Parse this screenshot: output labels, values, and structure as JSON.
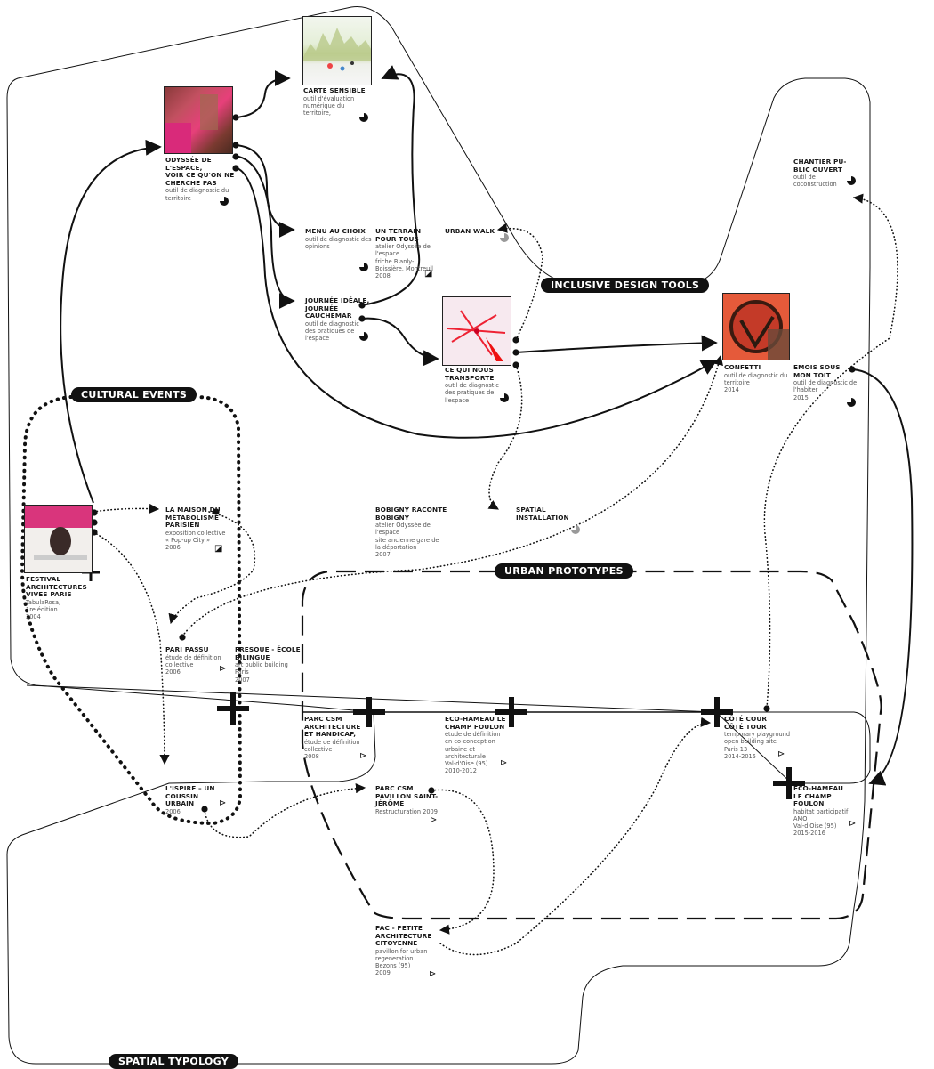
{
  "categories": {
    "inclusive": "INCLUSIVE DESIGN TOOLS",
    "cultural": "CULTURAL EVENTS",
    "urban": "URBAN PROTOTYPES",
    "spatial": "SPATIAL TYPOLOGY"
  },
  "nodes": {
    "carte": {
      "title": "CARTE SENSIBLE",
      "desc": "outil d'évaluation\nnumérique du\nterritoire,"
    },
    "odyssee": {
      "title": "ODYSSÉE DE\nL'ESPACE,\nVOIR CE QU'ON NE\nCHERCHE PAS",
      "desc": "outil de diagnostic du\nterritoire"
    },
    "menu": {
      "title": "MENU AU CHOIX",
      "desc": "outil de diagnostic des\nopinions"
    },
    "terrain": {
      "title": "UN TERRAIN\nPOUR TOUS",
      "desc": "atelier Odyssée de\nl'espace\nfriche Blanly-\nBoissière, Montreuil\n2008"
    },
    "urbanwalk": {
      "title": "URBAN WALK",
      "desc": ""
    },
    "journee": {
      "title": "JOURNÉE IDÉALE,\nJOURNÉE\nCAUCHEMAR",
      "desc": "outil de diagnostic\ndes pratiques de\nl'espace"
    },
    "transporte": {
      "title": "CE QUI NOUS\nTRANSPORTE",
      "desc": "outil de diagnostic\ndes pratiques de\nl'espace"
    },
    "chantier": {
      "title": "CHANTIER PU-\nBLIC OUVERT",
      "desc": "outil de\ncoconstruction"
    },
    "confetti": {
      "title": "CONFETTI",
      "desc": "outil de diagnostic du\nterritoire\n2014"
    },
    "emois": {
      "title": "EMOIS SOUS\nMON TOIT",
      "desc": "outil de diagnostic de\nl'habiter\n2015"
    },
    "festival": {
      "title": "FESTIVAL\nARCHITECTURES\nVIVES PARIS",
      "desc": "TabulaRosa,\n1re édition\n2004"
    },
    "maison": {
      "title": "LA MAISON DU\nMÉTABOLISME\nPARISIEN",
      "desc": "exposition collective\n« Pop-up City »\n2006"
    },
    "bobigny": {
      "title": "BOBIGNY RACONTE\nBOBIGNY",
      "desc": "atelier Odyssée de\nl'espace\nsite ancienne gare de\nla déportation\n2007"
    },
    "spatialinst": {
      "title": "SPATIAL\nINSTALLATION",
      "desc": ""
    },
    "paripassu": {
      "title": "PARI PASSU",
      "desc": "étude de définition\ncollective\n2006"
    },
    "fresque": {
      "title": "FRESQUE - ÉCOLE\nBILINGUE",
      "desc": "art public building\nParis\n2007"
    },
    "parccsm": {
      "title": "PARC CSM\nARCHITECTURE\nET HANDICAP,",
      "desc": "étude de définition\ncollective\n2008"
    },
    "ecohameau1": {
      "title": "ECO-HAMEAU LE\nCHAMP FOULON",
      "desc": "étude de définition\nen co-conception\nurbaine et\narchitecturale\nVal-d'Oise (95)\n2010-2012"
    },
    "cotecour": {
      "title": "CÔTÉ COUR\nCÔTÉ TOUR",
      "desc": "temporary playground\nopen building site\nParis 13\n2014-2015"
    },
    "inspire": {
      "title": "L'ISPIRE – UN\nCOUSSIN\nURBAIN",
      "desc": "2006"
    },
    "parcsm2": {
      "title": "PARC CSM\nPAVILLON SAINT-\nJÉRÔME",
      "desc": "Restructuration 2009"
    },
    "ecohameau2": {
      "title": "ECO-HAMEAU\nLE CHAMP\nFOULON",
      "desc": "habitat participatif\nAMO\nVal-d'Oise (95)\n2015-2016"
    },
    "pac": {
      "title": "PAC - PETITE\nARCHITECTURE\nCITOYENNE",
      "desc": "pavillon for urban\nregeneration\nBezons (95)\n2009"
    }
  }
}
